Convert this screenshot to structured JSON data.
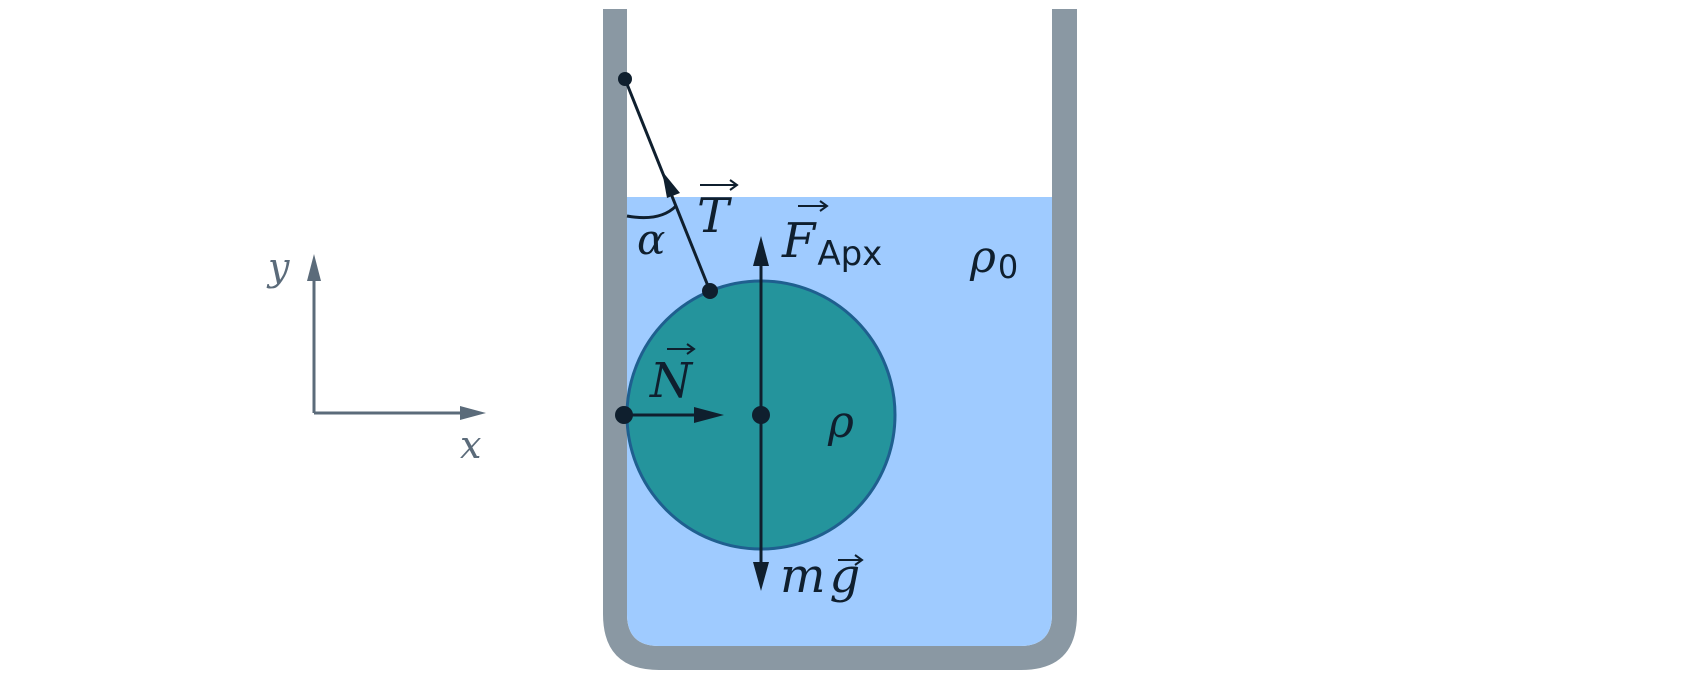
{
  "axes": {
    "x_label": "x",
    "y_label": "y"
  },
  "labels": {
    "tension": "T",
    "angle": "α",
    "buoyancy": "F",
    "buoyancy_subscript": "Apx",
    "normal": "N",
    "weight_m": "m",
    "weight_g": "g",
    "rho_fluid": "ρ",
    "rho_fluid_subscript": "0",
    "rho_ball": "ρ"
  },
  "colors": {
    "vessel": "#8a98a3",
    "fluid": "#9fcbff",
    "ball_fill": "#24949c",
    "ball_stroke": "#1f5f8f",
    "ink": "#0f1f2e",
    "axis": "#5b6b7a"
  }
}
